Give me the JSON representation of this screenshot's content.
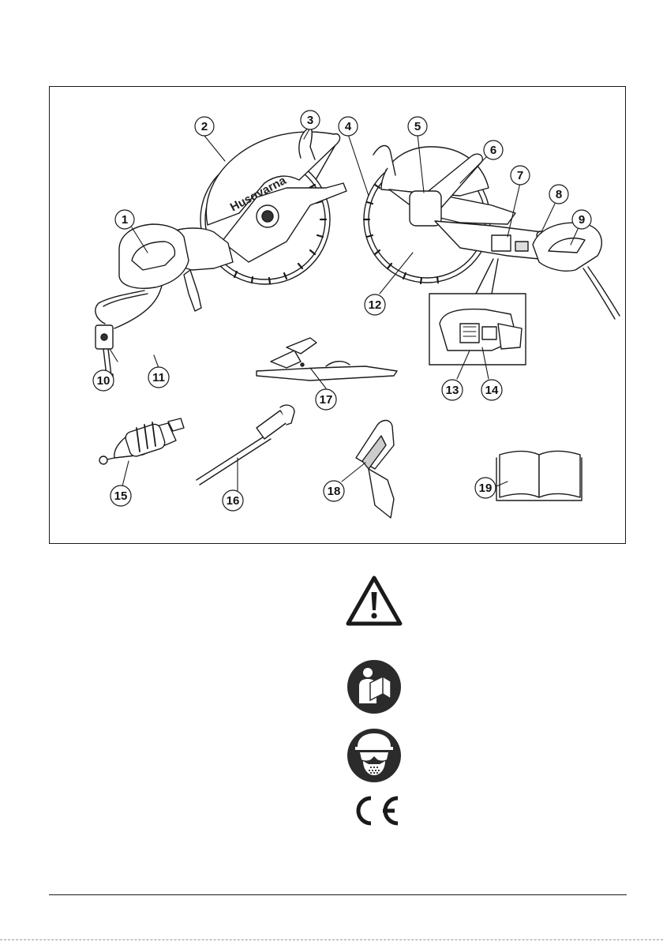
{
  "figure": {
    "brand_text": "Husqvarna",
    "callouts": [
      {
        "label": "1"
      },
      {
        "label": "2"
      },
      {
        "label": "3"
      },
      {
        "label": "4"
      },
      {
        "label": "5"
      },
      {
        "label": "6"
      },
      {
        "label": "7"
      },
      {
        "label": "8"
      },
      {
        "label": "9"
      },
      {
        "label": "10"
      },
      {
        "label": "11"
      },
      {
        "label": "12"
      },
      {
        "label": "13"
      },
      {
        "label": "14"
      },
      {
        "label": "15"
      },
      {
        "label": "16"
      },
      {
        "label": "17"
      },
      {
        "label": "18"
      },
      {
        "label": "19"
      }
    ]
  },
  "symbols": {
    "warning": "warning-triangle-icon",
    "manual": "read-manual-icon",
    "protection": "protective-equipment-icon",
    "ce": "ce-mark-icon"
  },
  "colors": {
    "ink": "#1a1a1a",
    "symbol_fill": "#2b2b2b",
    "paper": "#ffffff"
  }
}
